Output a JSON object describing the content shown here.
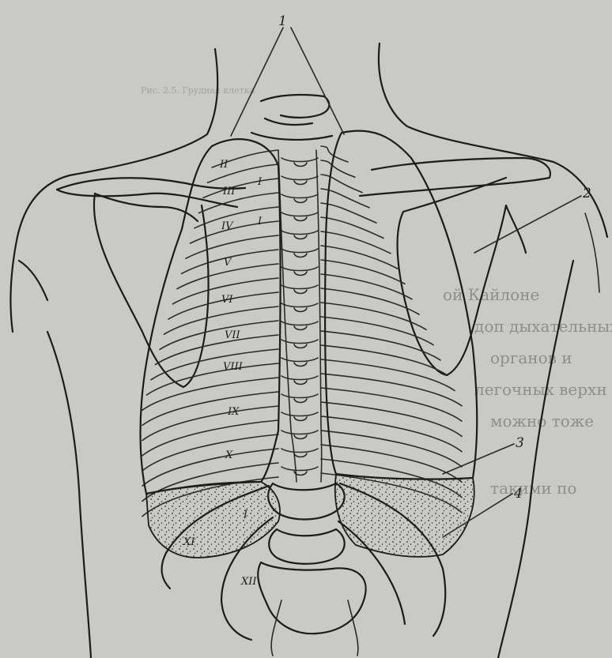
{
  "figure": {
    "callouts": [
      "1",
      "2",
      "3",
      "4"
    ],
    "rib_numerals_left": [
      "II",
      "III",
      "IV",
      "V",
      "VI",
      "VII",
      "VIII",
      "IX",
      "X",
      "XI",
      "XII"
    ],
    "rib_numerals_right": [
      "I",
      "I",
      "I"
    ],
    "bleed_through": {
      "caption": "Рис. 2.5. Грудная клетка",
      "lines": [
        "ой Кайлоне",
        "доп дыхательных",
        "органов и",
        "легочных верхн",
        "можно тоже",
        "такими по"
      ]
    },
    "colors": {
      "paper": "#c9c9c6",
      "ink": "#1c1c1a",
      "stipple": "#2a2a28"
    }
  }
}
